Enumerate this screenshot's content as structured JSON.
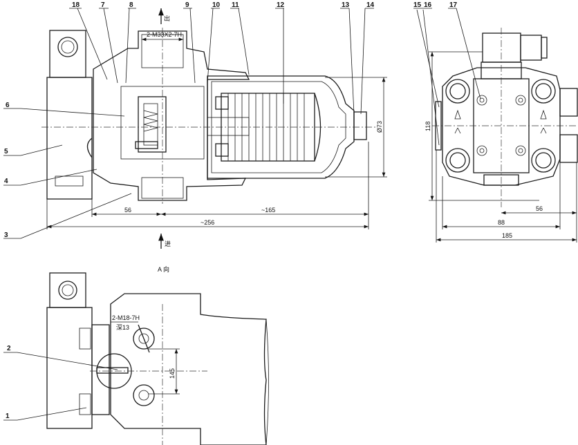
{
  "drawing": {
    "part_labels": {
      "p1": "1",
      "p2": "2",
      "p3": "3",
      "p4": "4",
      "p5": "5",
      "p6": "6",
      "p7": "7",
      "p8": "8",
      "p9": "9",
      "p10": "10",
      "p11": "11",
      "p12": "12",
      "p13": "13",
      "p14": "14",
      "p15": "15",
      "p16": "16",
      "p17": "17",
      "p18": "18"
    },
    "flow": {
      "out": "出",
      "in": "进",
      "view_a": "A 向"
    },
    "dimensions": {
      "port_thread": "2-M33X2-7H",
      "diameter": "Ø73",
      "d56": "56",
      "d165": "~165",
      "d256": "~256",
      "side_height": "118",
      "side_56": "56",
      "side_88": "88",
      "side_185": "185",
      "bottom_thread": "2-M18-7H",
      "bottom_depth": "深13",
      "bottom_145": "145"
    }
  }
}
